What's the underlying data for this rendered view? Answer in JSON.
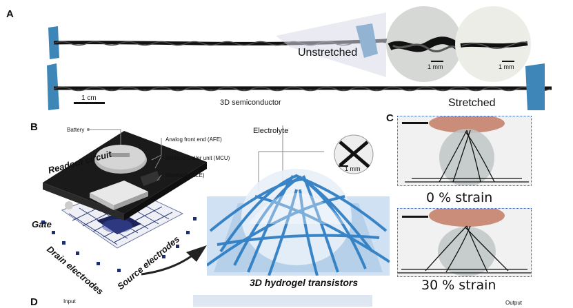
{
  "panels": {
    "a": "A",
    "b": "B",
    "c": "C",
    "d": "D"
  },
  "panel_a": {
    "unstretched": "Unstretched",
    "stretched": "Stretched",
    "scale_main": "1 cm",
    "scale_inset1": "1 mm",
    "scale_inset2": "1 mm"
  },
  "panel_b": {
    "battery": "Battery",
    "afe": "Analog front end (AFE)",
    "mcu": "Microcontroller unit (MCU)",
    "ble": "Bluetooth (BLE)",
    "readout": "Readout circuit",
    "gate": "Gate",
    "drain": "Drain electrodes",
    "source": "Source electrodes",
    "semiconductor": "3D semiconductor",
    "electrolyte": "Electrolyte",
    "inset_scale": "1 mm",
    "caption": "3D hydrogel transistors"
  },
  "panel_c": {
    "strain0": "0 % strain",
    "strain30": "30 % strain"
  },
  "panel_d": {
    "input": "Input",
    "output": "Output"
  }
}
